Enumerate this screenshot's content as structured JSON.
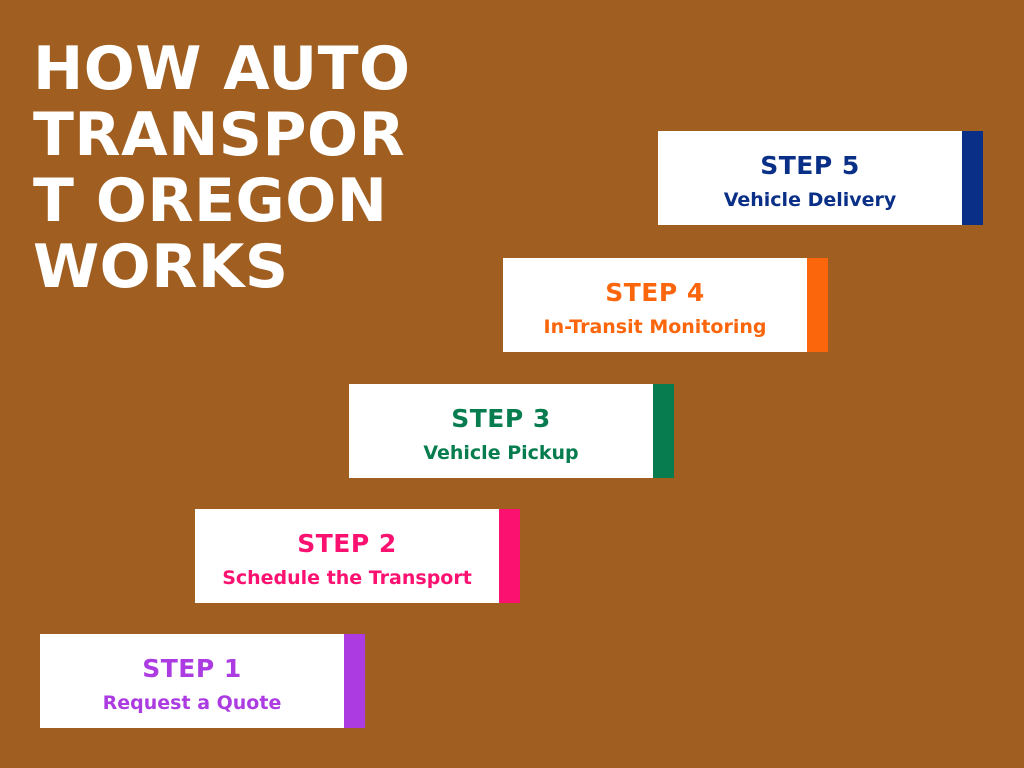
{
  "page": {
    "background_color": "#A05F21"
  },
  "title": {
    "lines": [
      "HOW AUTO",
      "TRANSPOR",
      "T OREGON",
      "WORKS"
    ],
    "color": "#FFFFFF"
  },
  "steps": [
    {
      "step_label": "STEP 1",
      "title": "Request a Quote",
      "color": "#AC3BE2"
    },
    {
      "step_label": "STEP 2",
      "title": "Schedule the Transport",
      "color": "#FB1170"
    },
    {
      "step_label": "STEP 3",
      "title": "Vehicle Pickup",
      "color": "#077C4E"
    },
    {
      "step_label": "STEP 4",
      "title": "In-Transit Monitoring",
      "color": "#FB660D"
    },
    {
      "step_label": "STEP 5",
      "title": "Vehicle Delivery",
      "color": "#0A2F87"
    }
  ]
}
